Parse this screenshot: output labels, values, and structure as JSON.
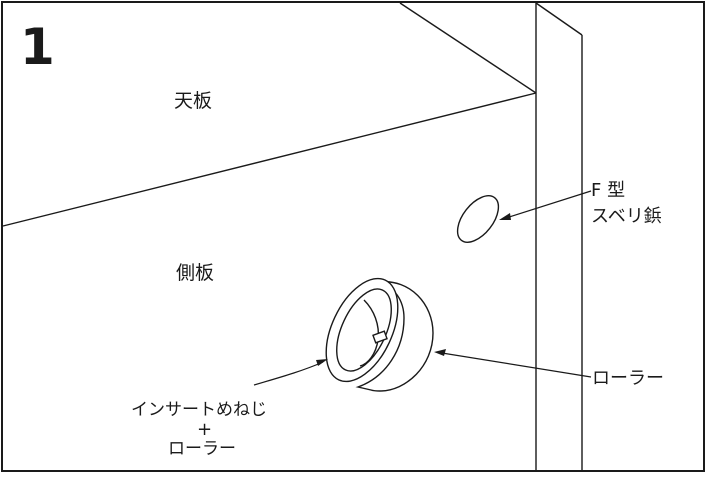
{
  "step_number": "1",
  "labels": {
    "top_panel": "天板",
    "side_panel": "側板",
    "f_type_line1": "F 型",
    "f_type_line2": "スベリ鋲",
    "roller_right": "ローラー",
    "insert_line1": "インサートめねじ",
    "insert_plus": "+",
    "insert_line3": "ローラー"
  }
}
